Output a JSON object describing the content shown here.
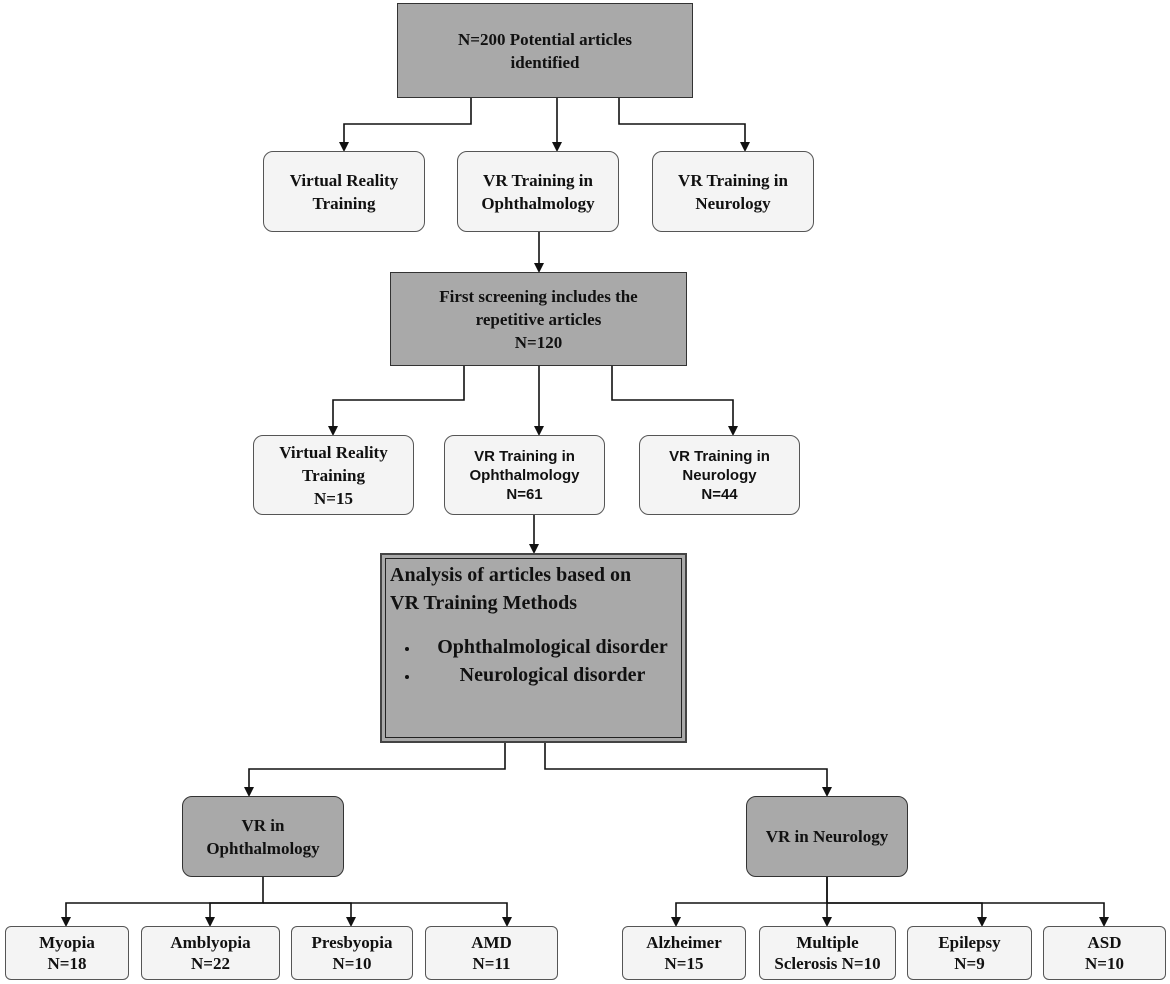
{
  "top": {
    "lines": [
      "N=200 Potential articles",
      "identified"
    ]
  },
  "row1": [
    {
      "lines": [
        "Virtual Reality",
        "Training"
      ]
    },
    {
      "lines": [
        "VR Training in",
        "Ophthalmology"
      ]
    },
    {
      "lines": [
        "VR Training in",
        "Neurology"
      ]
    }
  ],
  "screening": {
    "lines": [
      "First screening includes the",
      "repetitive articles",
      "N=120"
    ]
  },
  "row2": [
    {
      "lines": [
        "Virtual Reality",
        "Training",
        "N=15"
      ]
    },
    {
      "lines": [
        "VR Training in",
        "Ophthalmology",
        "N=61"
      ]
    },
    {
      "lines": [
        "VR Training in",
        "Neurology",
        "N=44"
      ]
    }
  ],
  "analysis": {
    "heading_lines": [
      "Analysis of articles based on",
      "VR Training Methods"
    ],
    "bullets": [
      "Ophthalmological disorder",
      "Neurological disorder"
    ]
  },
  "categories": {
    "ophthalmology": {
      "lines": [
        "VR in",
        "Ophthalmology"
      ]
    },
    "neurology": {
      "lines": [
        "VR in Neurology"
      ]
    }
  },
  "ophthalmology_items": [
    {
      "lines": [
        "Myopia",
        "N=18"
      ]
    },
    {
      "lines": [
        "Amblyopia",
        "N=22"
      ]
    },
    {
      "lines": [
        "Presbyopia",
        "N=10"
      ]
    },
    {
      "lines": [
        "AMD",
        "N=11"
      ]
    }
  ],
  "neurology_items": [
    {
      "lines": [
        "Alzheimer",
        "N=15"
      ]
    },
    {
      "lines": [
        "Multiple",
        "Sclerosis N=10"
      ]
    },
    {
      "lines": [
        "Epilepsy",
        "N=9"
      ]
    },
    {
      "lines": [
        "ASD",
        "N=10"
      ]
    }
  ]
}
